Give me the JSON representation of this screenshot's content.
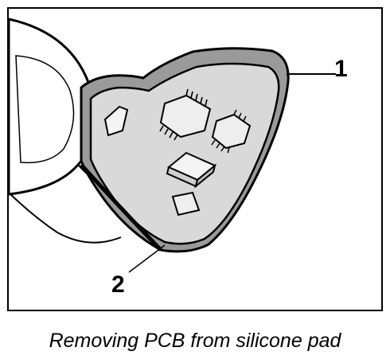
{
  "figure": {
    "callouts": [
      "1",
      "2"
    ],
    "caption": "Removing PCB from silicone pad",
    "colors": {
      "line": "#000000",
      "pcb_fill": "#d9d9d9",
      "pad_fill": "#9a9a9a",
      "background": "#ffffff"
    }
  }
}
